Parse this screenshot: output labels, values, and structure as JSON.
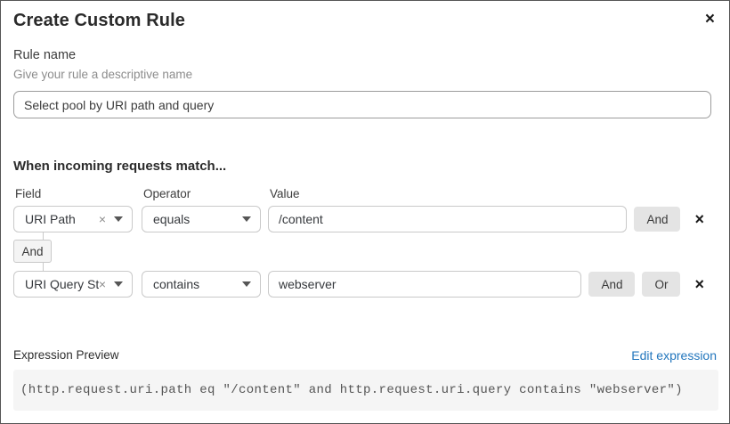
{
  "dialog": {
    "title": "Create Custom Rule",
    "close_icon": "×"
  },
  "rule_name": {
    "label": "Rule name",
    "helper": "Give your rule a descriptive name",
    "value": "Select pool by URI path and query"
  },
  "match": {
    "heading": "When incoming requests match...",
    "columns": {
      "field": "Field",
      "operator": "Operator",
      "value": "Value"
    },
    "connector_label": "And",
    "clear_icon": "×",
    "delete_icon": "×",
    "rows": [
      {
        "field": "URI Path",
        "operator": "equals",
        "value": "/content",
        "actions": [
          "And"
        ]
      },
      {
        "field": "URI Query St...",
        "operator": "contains",
        "value": "webserver",
        "actions": [
          "And",
          "Or"
        ]
      }
    ]
  },
  "expression": {
    "label": "Expression Preview",
    "edit_link": "Edit expression",
    "code": "(http.request.uri.path eq \"/content\" and http.request.uri.query contains \"webserver\")"
  },
  "colors": {
    "link_blue": "#2276bd",
    "code_background": "#f5f5f5",
    "button_gray": "#e4e4e4"
  }
}
